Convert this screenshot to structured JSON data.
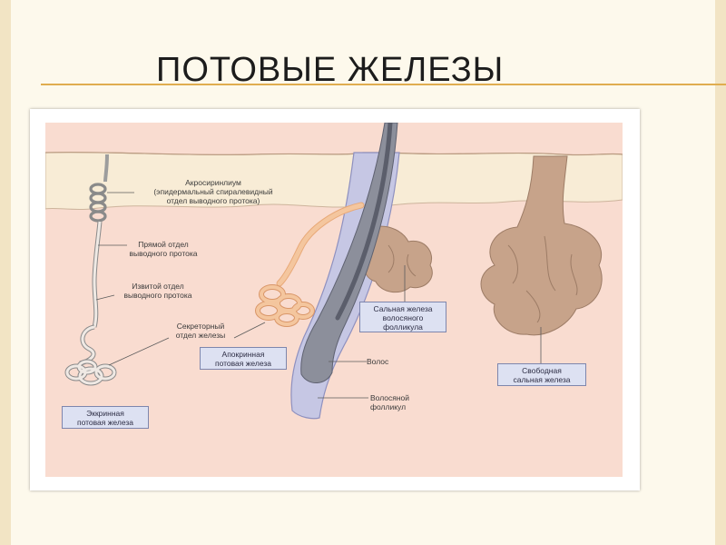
{
  "slide": {
    "title": "ПОТОВЫЕ ЖЕЛЕЗЫ"
  },
  "colors": {
    "background": "#fdf9ec",
    "accent_line": "#e0ad4f",
    "epidermis": "#f8ecd6",
    "dermis": "#f9dcd0",
    "gland_tan": "#c7a38a",
    "apocrine_orange": "#f4c69e",
    "hair_grey": "#8c8f9b",
    "follicle_lilac": "#c6c7e4",
    "label_box": "#dde1f2"
  },
  "diagram": {
    "labels": {
      "acrosyringium": "Акросиринлиум\n(эпидермальный спиралевидный\nотдел выводного протока)",
      "straight_duct": "Прямой отдел\nвыводного протока",
      "coiled_duct": "Извитой отдел\nвыводного протока",
      "secretory": "Секреторный\nотдел железы",
      "eccrine": "Эккринная\nпотовая железа",
      "apocrine": "Апокринная\nпотовая железа",
      "sebaceous_follicle": "Сальная железа\nволосяного\nфолликула",
      "hair": "Волос",
      "follicle": "Волосяной\nфолликул",
      "free_sebaceous": "Свободная\nсальная железа"
    }
  }
}
